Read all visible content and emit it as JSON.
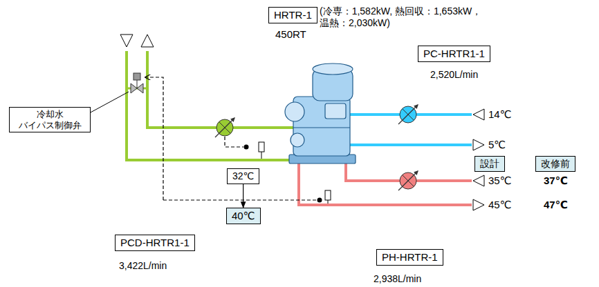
{
  "diagram": {
    "nodes": [
      {
        "text": [
          "HRTR-1"
        ]
      },
      {
        "text": [
          "冷却水 バイパス制御弁"
        ]
      },
      {
        "text": [
          "PC-HRTR1-1"
        ]
      },
      {
        "text": [
          "設計"
        ]
      },
      {
        "text": [
          "改修前"
        ]
      },
      {
        "text": [
          "32℃"
        ]
      },
      {
        "text": [
          "40℃"
        ]
      },
      {
        "text": [
          "PCD-HRTR1-1"
        ]
      },
      {
        "text": [
          "PH-HRTR-1"
        ]
      }
    ],
    "edges": [
      {
        "from": 5,
        "to": 6,
        "arrow": "to"
      }
    ],
    "labels": [
      "(冷専：1,582kW, 熱回収：1,653kW，温熱：2,030kW)",
      "450RT",
      "2,520L/min",
      "14℃",
      "5℃",
      "35℃",
      "37℃",
      "45℃",
      "47℃",
      "3,422L/min",
      "2,938L/min"
    ]
  }
}
